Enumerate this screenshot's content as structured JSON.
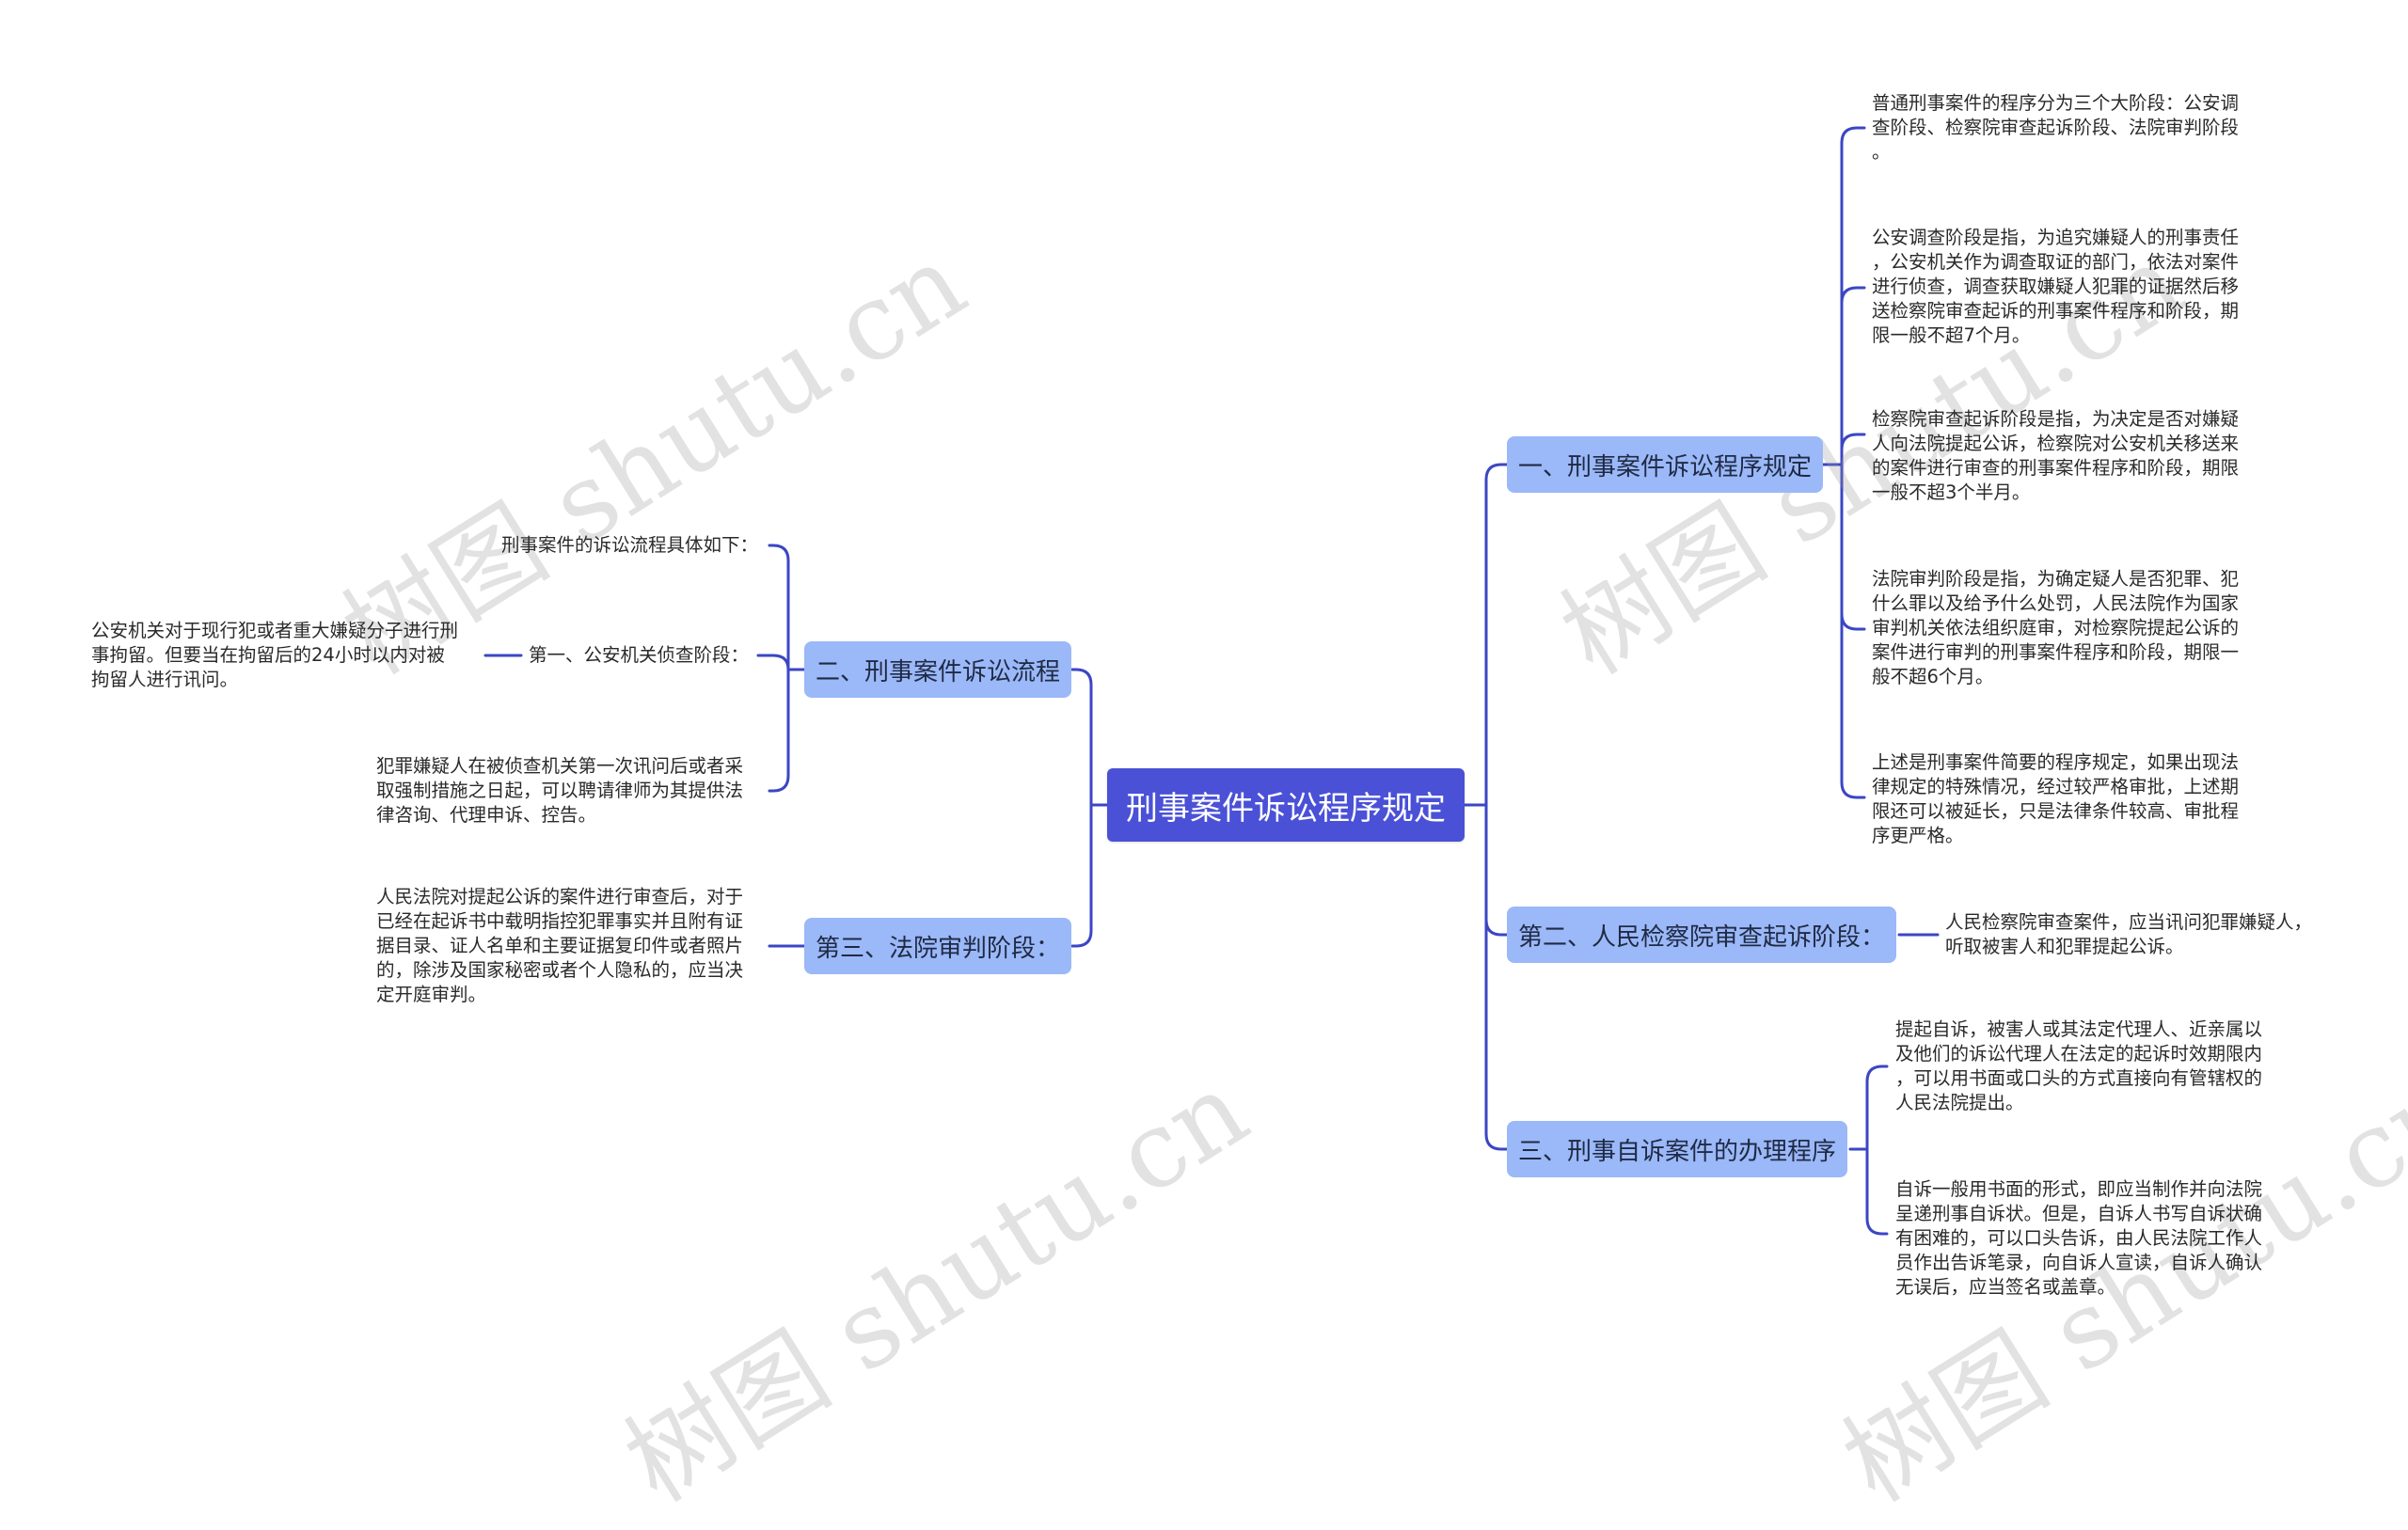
{
  "root": {
    "title": "刑事案件诉讼程序规定"
  },
  "right_branches": [
    {
      "label": "一、刑事案件诉讼程序规定",
      "children": [
        [
          "普通刑事案件的程序分为三个大阶段：公安调",
          "查阶段、检察院审查起诉阶段、法院审判阶段",
          "。"
        ],
        [
          "公安调查阶段是指，为追究嫌疑人的刑事责任",
          "，公安机关作为调查取证的部门，依法对案件",
          "进行侦查，调查获取嫌疑人犯罪的证据然后移",
          "送检察院审查起诉的刑事案件程序和阶段，期",
          "限一般不超7个月。"
        ],
        [
          "检察院审查起诉阶段是指，为决定是否对嫌疑",
          "人向法院提起公诉，检察院对公安机关移送来",
          "的案件进行审查的刑事案件程序和阶段，期限",
          "一般不超3个半月。"
        ],
        [
          "法院审判阶段是指，为确定疑人是否犯罪、犯",
          "什么罪以及给予什么处罚，人民法院作为国家",
          "审判机关依法组织庭审，对检察院提起公诉的",
          "案件进行审判的刑事案件程序和阶段，期限一",
          "般不超6个月。"
        ],
        [
          "上述是刑事案件简要的程序规定，如果出现法",
          "律规定的特殊情况，经过较严格审批，上述期",
          "限还可以被延长，只是法律条件较高、审批程",
          "序更严格。"
        ]
      ]
    },
    {
      "label": "第二、人民检察院审查起诉阶段：",
      "children": [
        [
          "人民检察院审查案件，应当讯问犯罪嫌疑人，",
          "听取被害人和犯罪提起公诉。"
        ]
      ]
    },
    {
      "label": "三、刑事自诉案件的办理程序",
      "children": [
        [
          "提起自诉，被害人或其法定代理人、近亲属以",
          "及他们的诉讼代理人在法定的起诉时效期限内",
          "，可以用书面或口头的方式直接向有管辖权的",
          "人民法院提出。"
        ],
        [
          "自诉一般用书面的形式，即应当制作并向法院",
          "呈递刑事自诉状。但是，自诉人书写自诉状确",
          "有困难的，可以口头告诉，由人民法院工作人",
          "员作出告诉笔录，向自诉人宣读，自诉人确认",
          "无误后，应当签名或盖章。"
        ]
      ]
    }
  ],
  "left_branches": [
    {
      "label": "二、刑事案件诉讼流程",
      "children": [
        {
          "lines": [
            "刑事案件的诉讼流程具体如下："
          ]
        },
        {
          "lines": [
            "第一、公安机关侦查阶段："
          ],
          "child": [
            "公安机关对于现行犯或者重大嫌疑分子进行刑",
            "事拘留。但要当在拘留后的24小时以内对被",
            "拘留人进行讯问。"
          ]
        },
        {
          "lines": [
            "犯罪嫌疑人在被侦查机关第一次讯问后或者采",
            "取强制措施之日起，可以聘请律师为其提供法",
            "律咨询、代理申诉、控告。"
          ]
        }
      ]
    },
    {
      "label": "第三、法院审判阶段：",
      "children": [
        {
          "lines": [
            "人民法院对提起公诉的案件进行审查后，对于",
            "已经在起诉书中载明指控犯罪事实并且附有证",
            "据目录、证人名单和主要证据复印件或者照片",
            "的，除涉及国家秘密或者个人隐私的，应当决",
            "定开庭审判。"
          ]
        }
      ]
    }
  ],
  "watermark": [
    "树图 shutu.cn",
    "树图 shutu.cn",
    "树图 shutu.cn",
    "树图 shutu.cn"
  ],
  "colors": {
    "root": "#4a51d6",
    "branch": "#9bb8f8",
    "line": "#3b46c4"
  }
}
